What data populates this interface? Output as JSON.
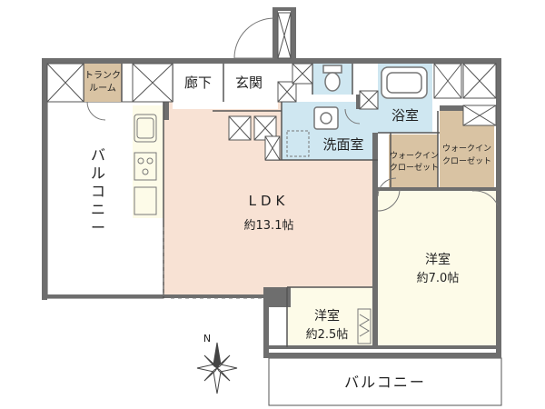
{
  "rooms": {
    "trunk_room": "トランクルーム",
    "hallway": "廊下",
    "entrance": "玄関",
    "bathroom": "浴室",
    "washroom": "洗面室",
    "walkin_closet_1": "ウォークイン\nクローゼット",
    "walkin_closet_2": "ウォークイン\nクローゼット",
    "ldk": {
      "name": "LDK",
      "size": "約13.1帖"
    },
    "western_room_large": {
      "name": "洋室",
      "size": "約7.0帖"
    },
    "western_room_small": {
      "name": "洋室",
      "size": "約2.5帖"
    },
    "balcony_west": "バルコニー",
    "balcony_south": "バルコニー"
  },
  "compass": {
    "label": "N"
  },
  "colors": {
    "wall": "#6e6e6e",
    "ldk_floor": "#f8e2d4",
    "room_floor": "#fdfbe8",
    "storage_floor": "#d9c3a3",
    "wet_floor": "#cfe7f1",
    "balcony_floor": "#ffffff",
    "line": "#555555"
  }
}
